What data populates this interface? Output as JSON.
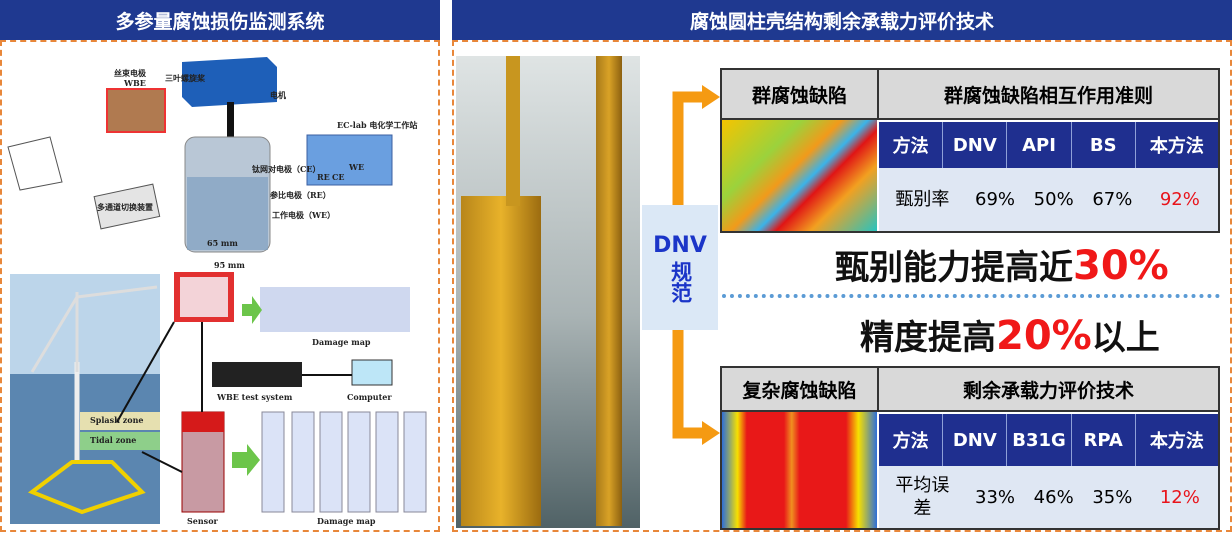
{
  "left": {
    "title": "多参量腐蚀损伤监测系统",
    "setup": {
      "motor": "电机",
      "wbe_cn": "丝束电极",
      "wbe": "WBE",
      "impeller": "三叶螺旋桨",
      "workstation": "EC-lab 电化学工作站",
      "ce": "钛网对电极（CE）",
      "re": "参比电极（RE）",
      "we": "工作电极（WE）",
      "switch": "多通道切换装置",
      "dim_inner": "65 mm",
      "dim_outer": "95 mm",
      "port_re": "RE",
      "port_ce": "CE",
      "port_we": "WE"
    },
    "system": {
      "splash": "Splash zone",
      "tidal": "Tidal zone",
      "damage_map_top": "Damage map",
      "wbe_system": "WBE test system",
      "computer": "Computer",
      "sensor": "Sensor",
      "damage_map_bottom": "Damage map"
    }
  },
  "right": {
    "title": "腐蚀圆柱壳结构剩余承载力评价技术",
    "dnv_label": "DNV",
    "dnv_label2": "规范",
    "table1": {
      "left_header": "群腐蚀缺陷",
      "right_header": "群腐蚀缺陷相互作用准则",
      "columns": [
        "方法",
        "DNV",
        "API",
        "BS",
        "本方法"
      ],
      "row_label": "甄别率",
      "values": [
        "69%",
        "50%",
        "67%",
        "92%"
      ]
    },
    "claim1": {
      "text": "甄别能力提高近",
      "value": "30%"
    },
    "claim2": {
      "text": "精度提高",
      "value": "20%",
      "suffix": "以上"
    },
    "table2": {
      "left_header": "复杂腐蚀缺陷",
      "right_header": "剩余承载力评价技术",
      "columns": [
        "方法",
        "DNV",
        "B31G",
        "RPA",
        "本方法"
      ],
      "row_label": "平均误差",
      "values": [
        "33%",
        "46%",
        "35%",
        "12%"
      ]
    },
    "colors": {
      "navy": "#1f2f8f",
      "accent": "#f01818",
      "arrow": "#f59a12"
    }
  }
}
